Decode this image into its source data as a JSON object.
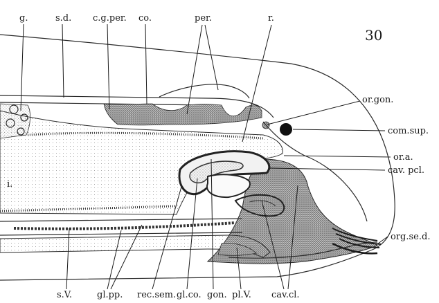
{
  "figure_number": "30",
  "labels": {
    "g": "g.",
    "sd": "s.d.",
    "cgper": "c.g.per.",
    "co": "co.",
    "per": "per.",
    "r": "r.",
    "orgon": "or.gon.",
    "comsup": "com.sup.",
    "ora": "or.a.",
    "cavpcl": "cav. pcl.",
    "i": "i.",
    "orgsed": "org.se.d.",
    "sv": "s.V.",
    "glpp": "gl.pp.",
    "recsem": "rec.sem.",
    "glco": "gl.co.",
    "gon": "gon.",
    "plv": "pl.V.",
    "cavcl": "cav.cl."
  },
  "colors": {
    "ink": "#1a1a1a",
    "stipple": "#6b6b6b",
    "dense": "#4a4a4a"
  }
}
